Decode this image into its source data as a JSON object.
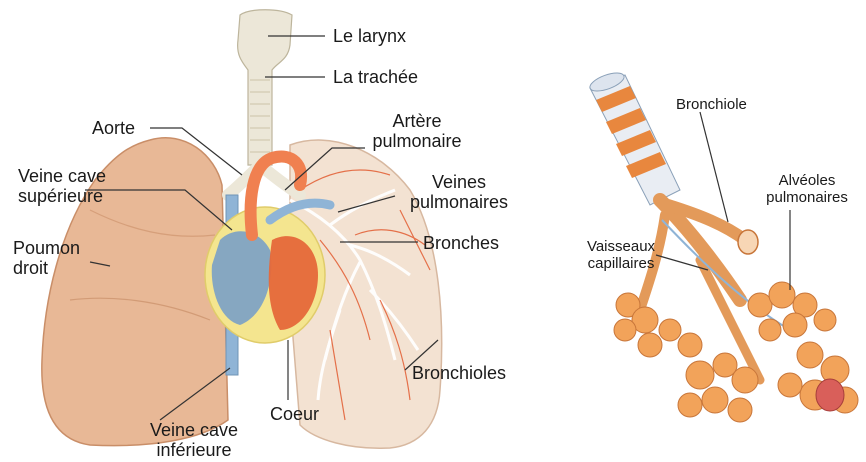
{
  "labels": {
    "larynx": "Le larynx",
    "trachee": "La trachée",
    "aorte": "Aorte",
    "artere_line1": "Artère",
    "artere_line2": "pulmonaire",
    "veine_cave_sup_line1": "Veine cave",
    "veine_cave_sup_line2": "supérieure",
    "veines_line1": "Veines",
    "veines_line2": "pulmonaires",
    "poumon_line1": "Poumon",
    "poumon_line2": "droit",
    "bronches": "Bronches",
    "bronchioles": "Bronchioles",
    "coeur": "Coeur",
    "veine_cave_inf_line1": "Veine cave",
    "veine_cave_inf_line2": "inférieure",
    "bronchiole": "Bronchiole",
    "alveoles_line1": "Alvéoles",
    "alveoles_line2": "pulmonaires",
    "vaisseaux_line1": "Vaisseaux",
    "vaisseaux_line2": "capillaires"
  },
  "colors": {
    "lung_right": "#e8b896",
    "lung_left": "#f3e2d2",
    "trachea": "#ece7d8",
    "heart_blue": "#7fa3c4",
    "heart_red": "#e5683a",
    "heart_yellow": "#f4e58f",
    "vessel_red": "#e04a1c",
    "vessel_blue": "#8fb4d6",
    "alveoli": "#f2a35a",
    "bronchiole_stripe": "#e8873e"
  }
}
